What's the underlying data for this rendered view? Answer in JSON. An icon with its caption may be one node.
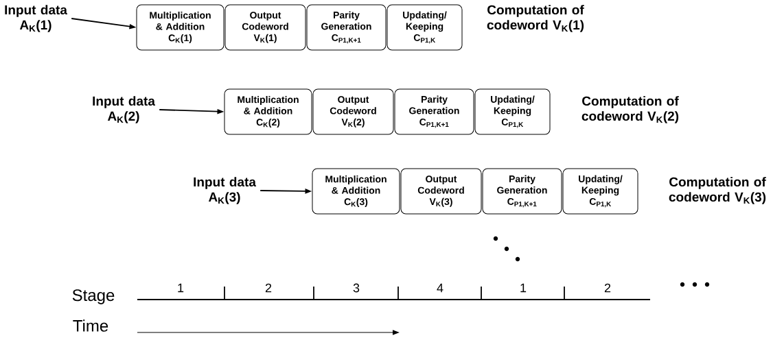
{
  "diagram": {
    "nodes": [
      {
        "text": [
          "Input data A$_{K}$(1)"
        ]
      },
      {
        "text": [
          "Multiplication & Addition",
          "C$_{K}$(1)"
        ]
      },
      {
        "text": [
          "Output Codeword",
          "V$_{K}$(1)"
        ]
      },
      {
        "text": [
          "Parity Generation",
          "C$_{P1,K+1}$"
        ]
      },
      {
        "text": [
          "Updating/ Keeping",
          "C$_{P1,K}$"
        ]
      },
      {
        "text": [
          "Input data A$_{K}$(2)"
        ]
      },
      {
        "text": [
          "Multiplication & Addition",
          "C$_{K}$(2)"
        ]
      },
      {
        "text": [
          "Output Codeword",
          "V$_{K}$(2)"
        ]
      },
      {
        "text": [
          "Parity Generation",
          "C$_{P1,K+1}$"
        ]
      },
      {
        "text": [
          "Updating/ Keeping",
          "C$_{P1,K}$"
        ]
      },
      {
        "text": [
          "Input data A$_{K}$(3)"
        ]
      },
      {
        "text": [
          "Multiplication & Addition",
          "C$_{K}$(3)"
        ]
      },
      {
        "text": [
          "Output Codeword",
          "V$_{K}$(3)"
        ]
      },
      {
        "text": [
          "Parity Generation",
          "C$_{P1,K+1}$"
        ]
      },
      {
        "text": [
          "Updating/ Keeping",
          "C$_{P1,K}$"
        ]
      }
    ],
    "edges": [
      {
        "from": 0,
        "to": 1,
        "arrow": "to"
      },
      {
        "from": 5,
        "to": 6,
        "arrow": "to"
      },
      {
        "from": 10,
        "to": 11,
        "arrow": "to"
      }
    ],
    "labels": [
      "Computation of codeword V$_{K}$(1)",
      "Computation of codeword V$_{K}$(2)",
      "Computation of codeword V$_{K}$(3)",
      "Stage",
      "1",
      "2",
      "3",
      "4",
      "1",
      "2",
      "Time"
    ]
  }
}
